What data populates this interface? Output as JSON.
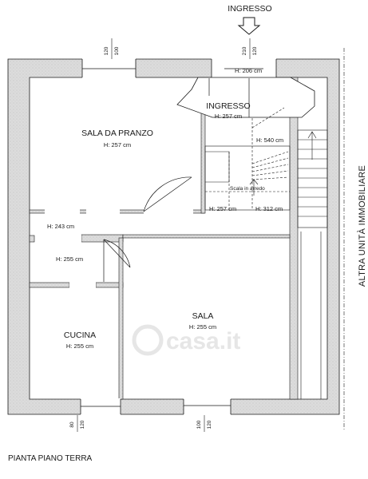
{
  "entrance_label": "INGRESSO",
  "rooms": {
    "sala_da_pranzo": {
      "name": "SALA DA PRANZO",
      "height": "H: 257 cm"
    },
    "ingresso": {
      "name": "INGRESSO",
      "height": "H: 257 cm"
    },
    "sala": {
      "name": "SALA",
      "height": "H: 255 cm"
    },
    "cucina": {
      "name": "CUCINA",
      "height": "H: 255 cm"
    }
  },
  "heights": {
    "top_door": "H: 206 cm",
    "stair_upper": "H: 540 cm",
    "stair_lower_left": "H: 257 cm",
    "stair_lower_right": "H: 312 cm",
    "passage": "H: 243 cm",
    "corridor": "H: 255 cm"
  },
  "stair_note": "Scala in arredo",
  "dimensions": {
    "top_left": [
      "120",
      "100"
    ],
    "top_right": [
      "210",
      "120"
    ],
    "bottom_left": [
      "80",
      "120"
    ],
    "bottom_right": [
      "100",
      "120"
    ]
  },
  "side_label": "ALTRA UNITÀ IMMOBILIARE",
  "watermark": "casa.it",
  "plan_title": "PIANTA PIANO TERRA",
  "colors": {
    "wall_fill": "#d9d9d9",
    "line": "#1a1a1a",
    "watermark": "#e6e6e6"
  }
}
